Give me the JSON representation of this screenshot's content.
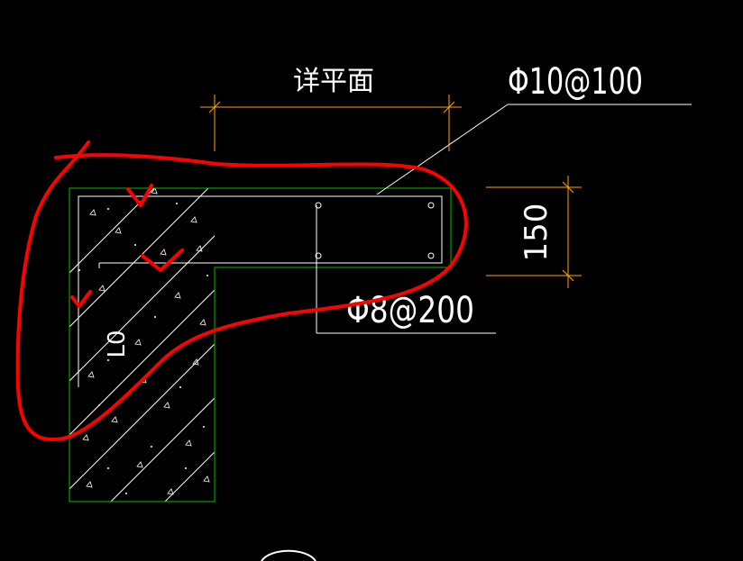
{
  "drawing": {
    "labels": {
      "dimension_top": "详平面",
      "rebar_top": "Φ10@100",
      "rebar_bottom": "Φ8@200",
      "dimension_right": "150",
      "wall_mark": "L0"
    },
    "colors": {
      "background": "#000000",
      "linework": "#ffffff",
      "outline": "#00c000",
      "dimension": "#ffa500",
      "markup": "#ff0000"
    }
  }
}
